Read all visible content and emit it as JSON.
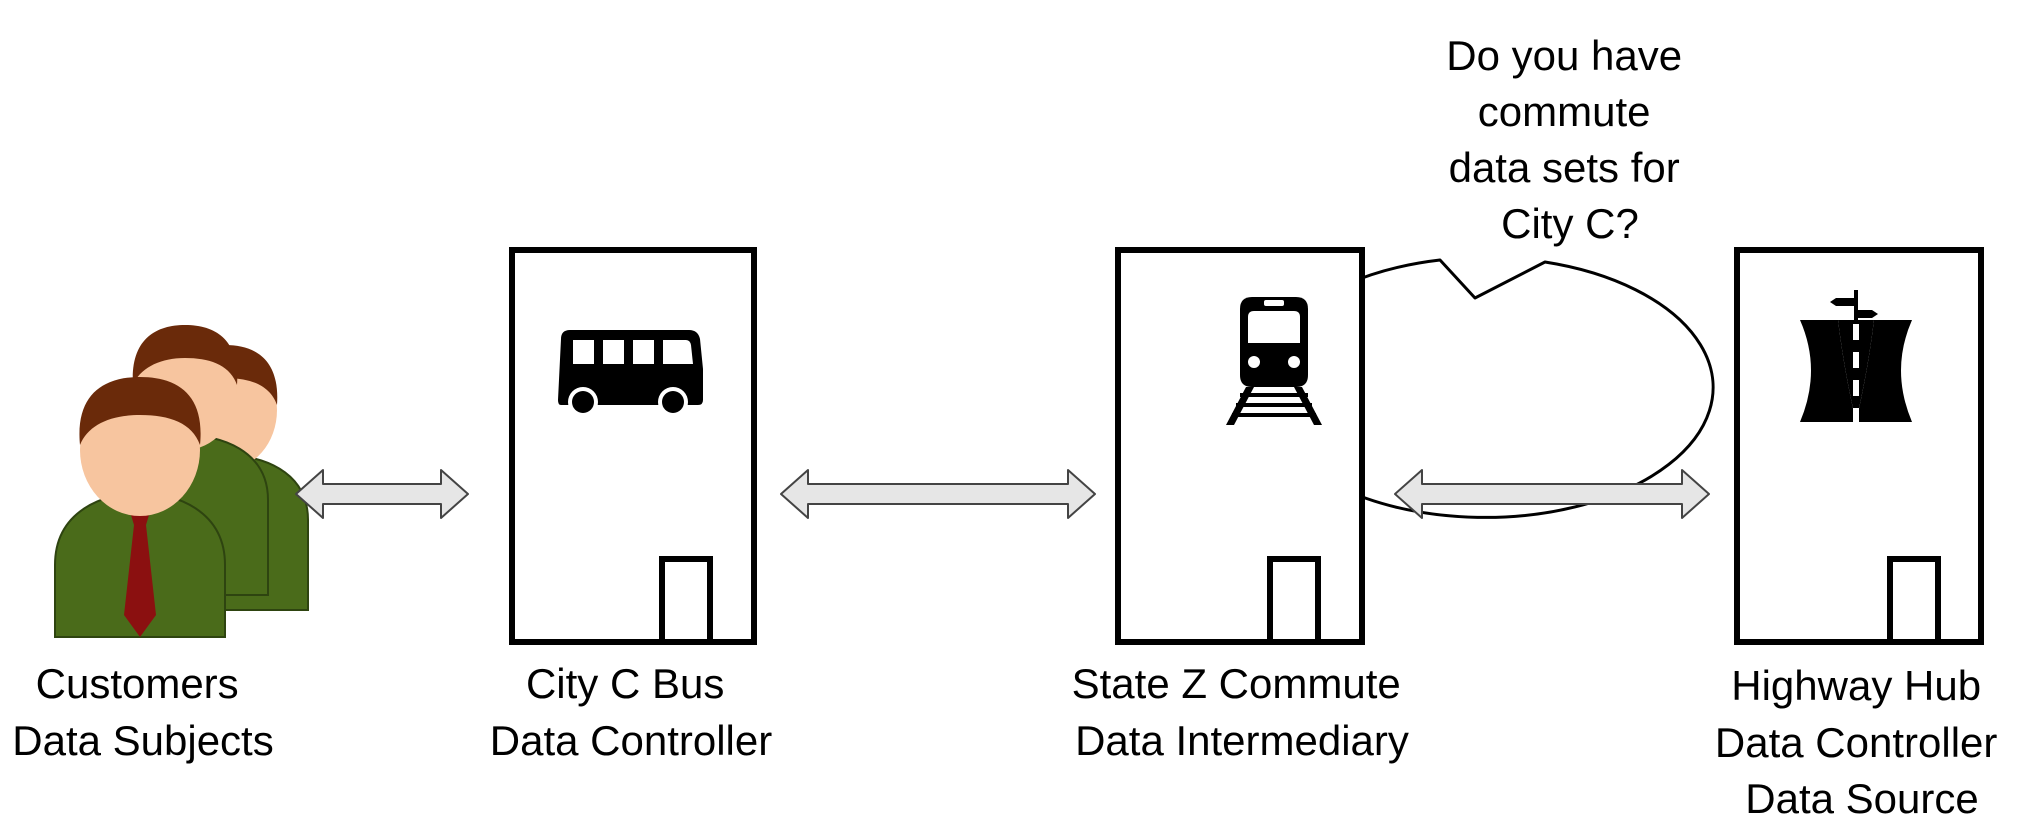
{
  "speech_bubble": {
    "lines": [
      "Do you have",
      "commute",
      "data sets for",
      "City C?"
    ]
  },
  "entities": {
    "customers": {
      "line1": "Customers",
      "line2": "Data Subjects",
      "icon": "people-group-icon"
    },
    "bus": {
      "line1": "City C Bus",
      "line2": "Data Controller",
      "icon": "bus-icon"
    },
    "commute": {
      "line1": "State Z Commute",
      "line2": "Data Intermediary",
      "icon": "train-icon"
    },
    "highway": {
      "line1": "Highway Hub",
      "line2": "Data Controller",
      "line3": "Data Source",
      "icon": "highway-signpost-icon"
    }
  },
  "colors": {
    "stroke": "#000000",
    "arrow_fill": "#e6e6e6",
    "arrow_stroke": "#444444",
    "person_suit": "#4a6b1a",
    "person_skin": "#f7c59f",
    "person_hair": "#6a2a0a",
    "person_tie": "#8b1010"
  }
}
